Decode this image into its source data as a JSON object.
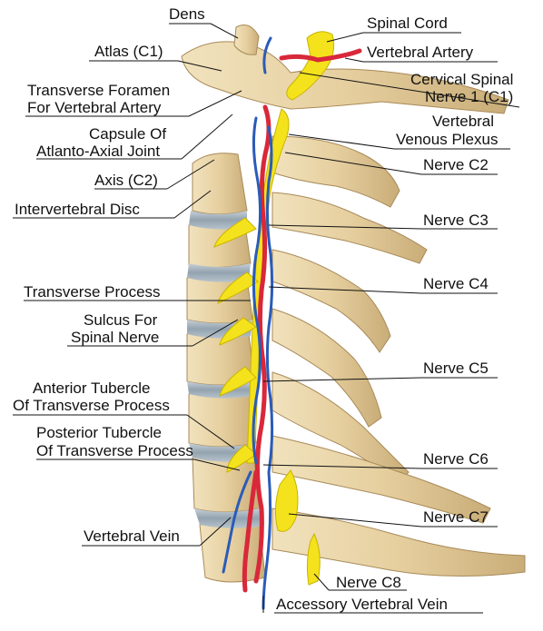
{
  "diagram": {
    "labels": {
      "dens": "Dens",
      "atlas": "Atlas (C1)",
      "transverse_foramen_1": "Transverse Foramen",
      "transverse_foramen_2": "For Vertebral Artery",
      "capsule_1": "Capsule Of",
      "capsule_2": "Atlanto-Axial Joint",
      "axis": "Axis (C2)",
      "intervertebral_disc": "Intervertebral Disc",
      "transverse_process": "Transverse Process",
      "sulcus_1": "Sulcus For",
      "sulcus_2": "Spinal Nerve",
      "anterior_tubercle_1": "Anterior Tubercle",
      "anterior_tubercle_2": "Of Transverse Process",
      "posterior_tubercle_1": "Posterior Tubercle",
      "posterior_tubercle_2": "Of Transverse Process",
      "vertebral_vein": "Vertebral Vein",
      "spinal_cord": "Spinal Cord",
      "vertebral_artery": "Vertebral Artery",
      "cervical_spinal_1": "Cervical Spinal",
      "cervical_spinal_2": "Nerve 1 (C1)",
      "venous_plexus_1": "Vertebral",
      "venous_plexus_2": "Venous Plexus",
      "nerve_c2": "Nerve C2",
      "nerve_c3": "Nerve C3",
      "nerve_c4": "Nerve C4",
      "nerve_c5": "Nerve C5",
      "nerve_c6": "Nerve C6",
      "nerve_c7": "Nerve C7",
      "nerve_c8": "Nerve C8",
      "accessory_vein": "Accessory Vertebral Vein"
    },
    "colors": {
      "bone": "#e6cf9f",
      "bone_shadow": "#b79a66",
      "disc": "#9aa9b4",
      "nerve": "#f4e21c",
      "artery": "#d8283a",
      "vein": "#2a5bb8",
      "leader": "#111111"
    }
  }
}
